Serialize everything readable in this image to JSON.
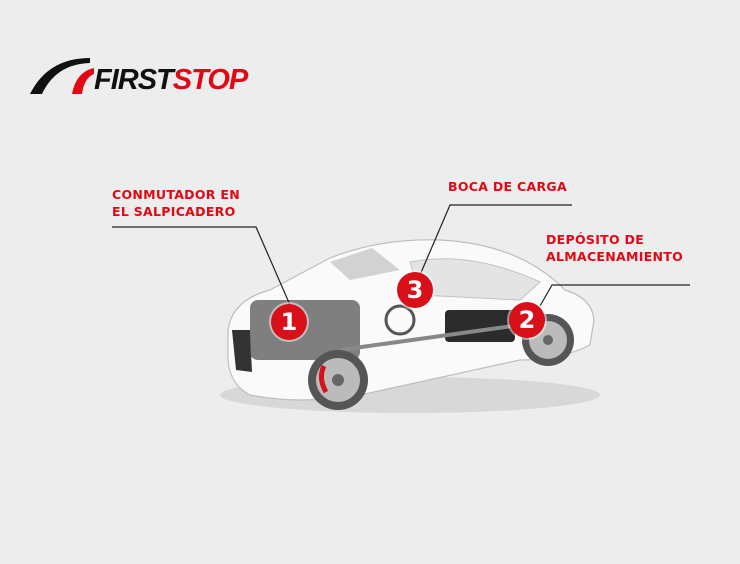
{
  "logo": {
    "first": "FIRST",
    "stop": "STOP"
  },
  "callouts": [
    {
      "number": "1",
      "label_line1": "CONMUTADOR EN",
      "label_line2": "EL SALPICADERO"
    },
    {
      "number": "2",
      "label_line1": "DEPÓSITO DE",
      "label_line2": "ALMACENAMIENTO"
    },
    {
      "number": "3",
      "label_line1": "BOCA DE CARGA"
    }
  ],
  "colors": {
    "accent": "#e30613",
    "background": "#ededed"
  }
}
